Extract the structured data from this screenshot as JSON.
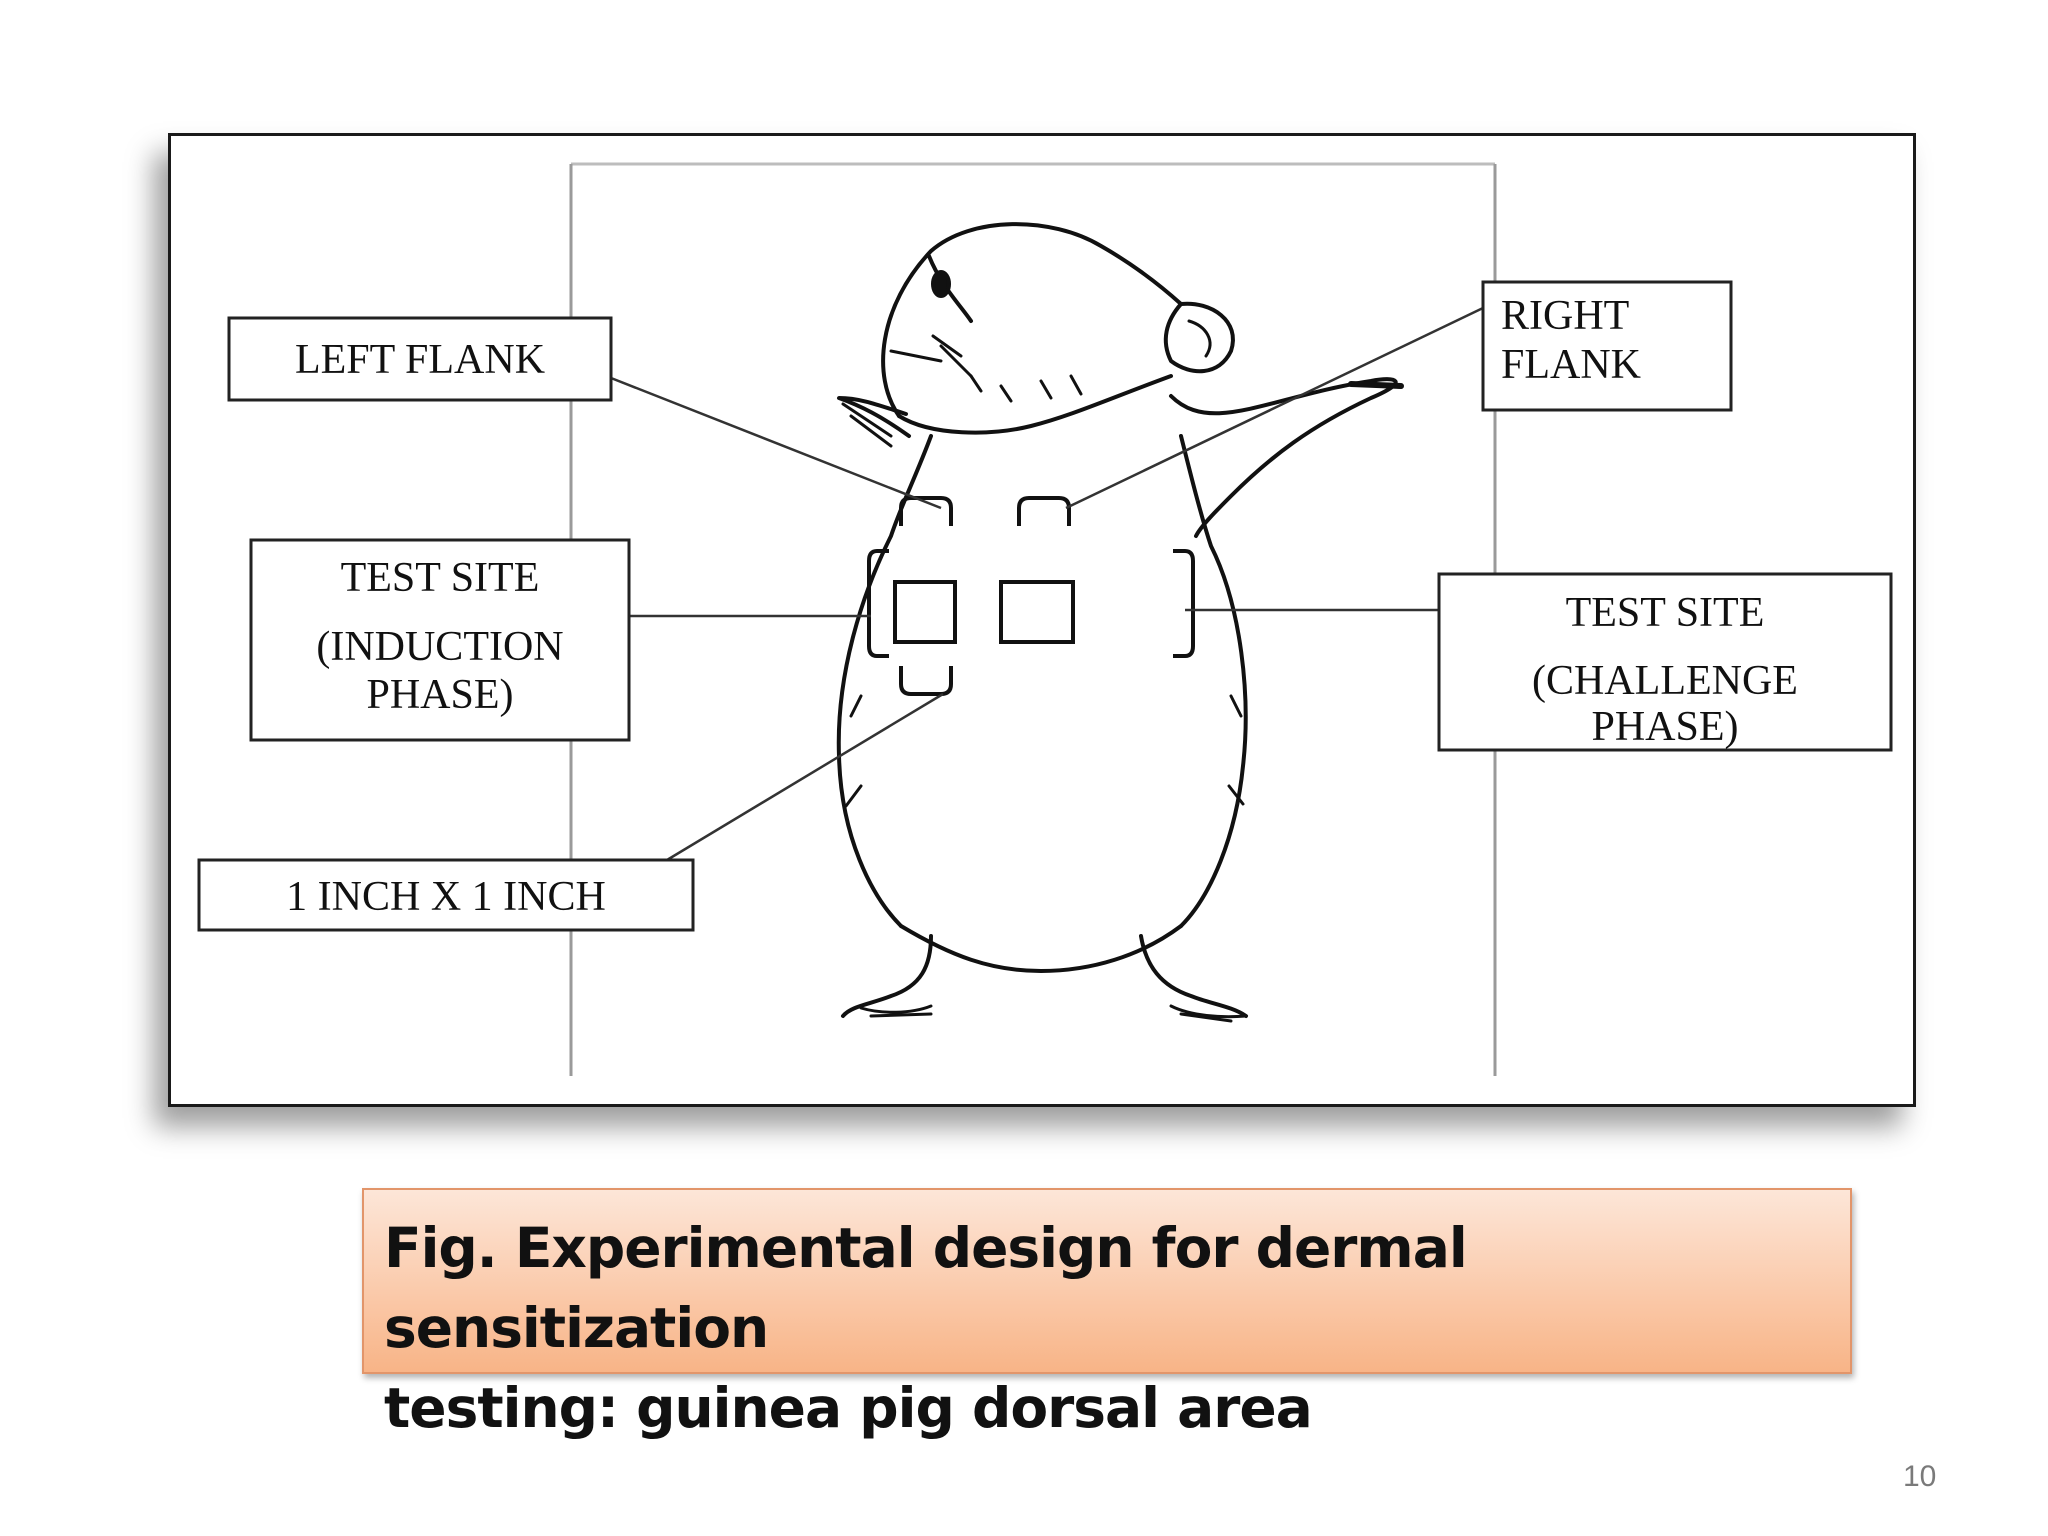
{
  "diagram": {
    "labels": {
      "left_flank": "LEFT FLANK",
      "right_flank_line1": "RIGHT",
      "right_flank_line2": "FLANK",
      "induction_line1": "TEST SITE",
      "induction_line2": "(INDUCTION",
      "induction_line3": "PHASE)",
      "challenge_line1": "TEST SITE",
      "challenge_line2": "(CHALLENGE",
      "challenge_line3": "PHASE)",
      "size": "1 INCH X 1 INCH"
    }
  },
  "caption": {
    "line1": "Fig. Experimental design for dermal sensitization",
    "line2": "testing: guinea pig dorsal area"
  },
  "page_number": "10"
}
